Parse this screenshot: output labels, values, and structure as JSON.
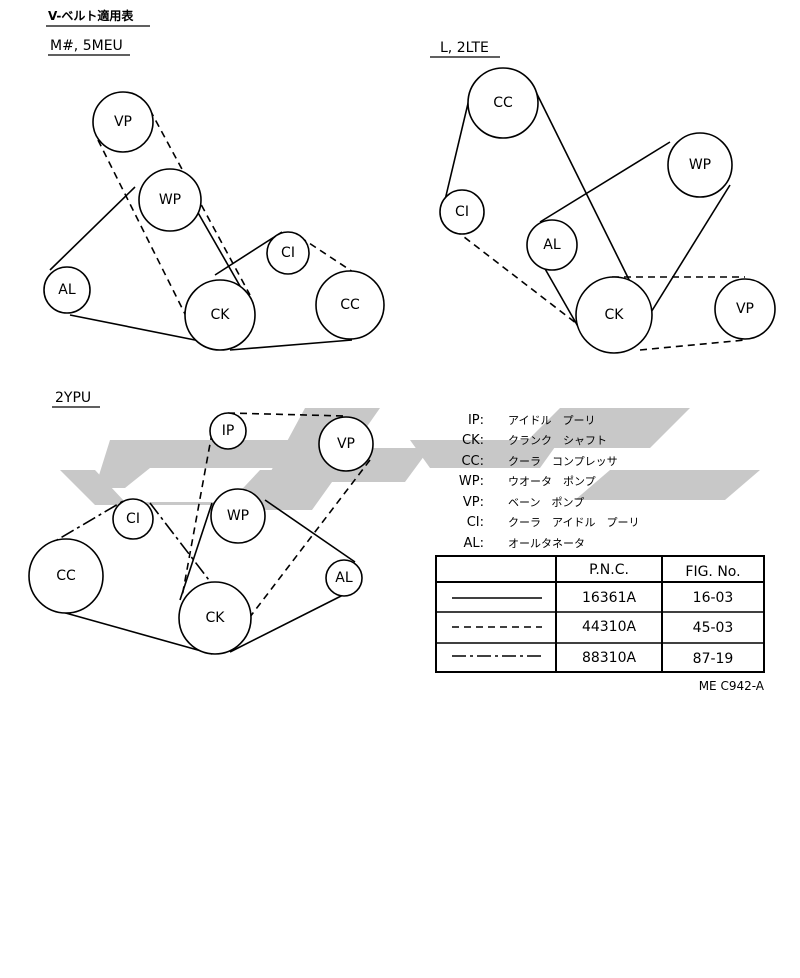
{
  "page_title": "V-ベルト適用表",
  "diagrams": {
    "m5meu": {
      "heading": "M#, 5MEU",
      "pulleys": {
        "vp": "VP",
        "wp": "WP",
        "al": "AL",
        "ck": "CK",
        "ci": "CI",
        "cc": "CC"
      }
    },
    "l2lte": {
      "heading": "L, 2LTE",
      "pulleys": {
        "cc": "CC",
        "wp": "WP",
        "ci": "CI",
        "al": "AL",
        "ck": "CK",
        "vp": "VP"
      }
    },
    "p2ypu": {
      "heading": "2YPU",
      "pulleys": {
        "ip": "IP",
        "vp": "VP",
        "ci": "CI",
        "wp": "WP",
        "cc": "CC",
        "ck": "CK",
        "al": "AL"
      }
    }
  },
  "legend": [
    {
      "abbr": "IP:",
      "desc": "アイドル　プーリ"
    },
    {
      "abbr": "CK:",
      "desc": "クランク　シャフト"
    },
    {
      "abbr": "CC:",
      "desc": "クーラ　コンプレッサ"
    },
    {
      "abbr": "WP:",
      "desc": "ウオータ　ポンプ"
    },
    {
      "abbr": "VP:",
      "desc": "ベーン　ポンプ"
    },
    {
      "abbr": "CI:",
      "desc": "クーラ　アイドル　プーリ"
    },
    {
      "abbr": "AL:",
      "desc": "オールタネータ"
    }
  ],
  "table": {
    "headers": [
      "",
      "P.N.C.",
      "FIG. No."
    ],
    "rows": [
      {
        "line_style": "solid",
        "pnc": "16361A",
        "fig": "16-03"
      },
      {
        "line_style": "dashed",
        "pnc": "44310A",
        "fig": "45-03"
      },
      {
        "line_style": "dash-dot",
        "pnc": "88310A",
        "fig": "87-19"
      }
    ]
  },
  "figure_code": "ME C942-A"
}
